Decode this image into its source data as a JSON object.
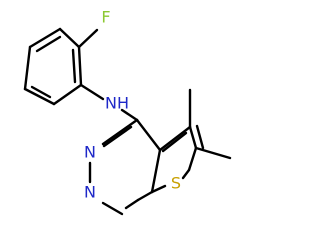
{
  "atoms": [
    {
      "key": "F",
      "text": "F",
      "color": "#8cc832"
    },
    {
      "key": "NH",
      "text": "NH",
      "color": "#1e28c8"
    },
    {
      "key": "N1",
      "text": "N",
      "color": "#1e28c8"
    },
    {
      "key": "N2",
      "text": "N",
      "color": "#1e28c8"
    },
    {
      "key": "S",
      "text": "S",
      "color": "#c8a000"
    }
  ]
}
